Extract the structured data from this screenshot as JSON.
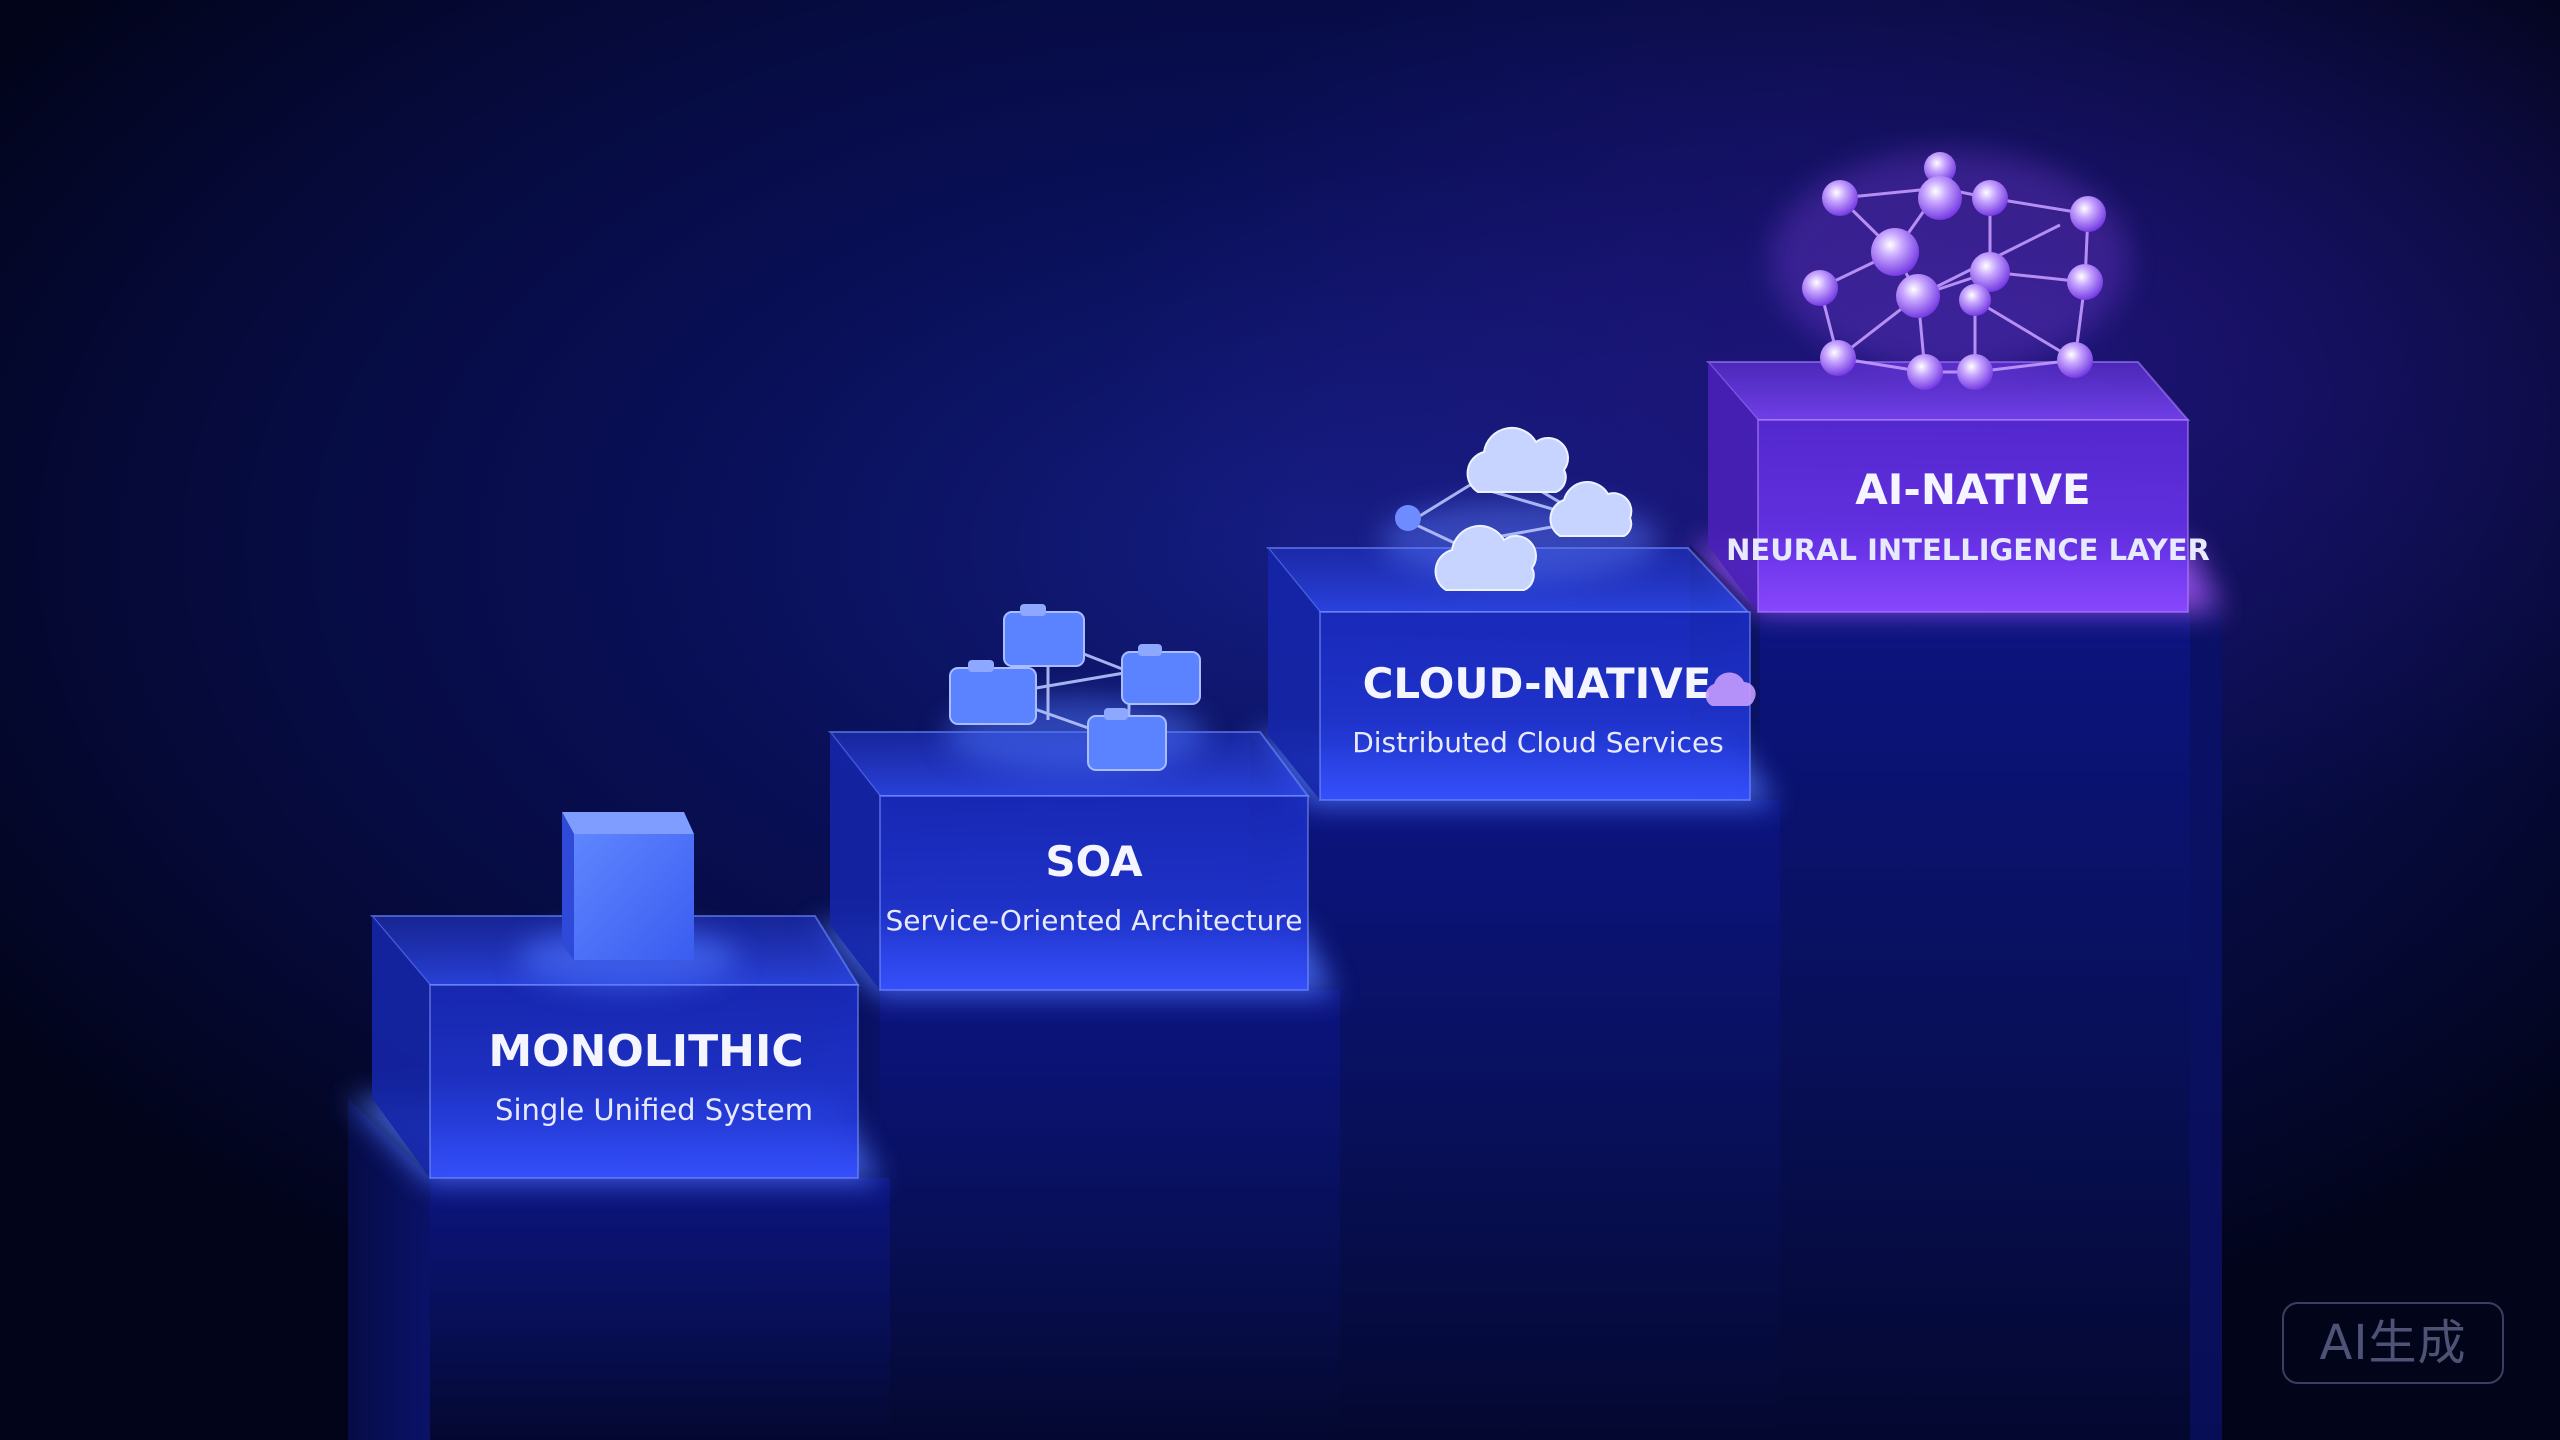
{
  "tiers": [
    {
      "title": "MONOLITHIC",
      "subtitle": "Single Unified System",
      "accent": "#4d73ff",
      "icon": "monolith-cube-icon"
    },
    {
      "title": "SOA",
      "subtitle": "Service-Oriented Architecture",
      "accent": "#4d73ff",
      "icon": "service-nodes-icon"
    },
    {
      "title": "CLOUD-NATIVE",
      "subtitle": "Distributed Cloud Services",
      "accent": "#5b7cff",
      "icon": "cloud-network-icon"
    },
    {
      "title": "AI-NATIVE",
      "subtitle": "NEURAL INTELLIGENCE LAYER",
      "accent": "#b05cff",
      "icon": "neural-network-icon"
    }
  ],
  "watermark": "AI生成",
  "colors": {
    "background": "#02041a",
    "glow_blue": "#4d73ff",
    "glow_purple": "#b05cff",
    "text": "#f4f5ff"
  }
}
